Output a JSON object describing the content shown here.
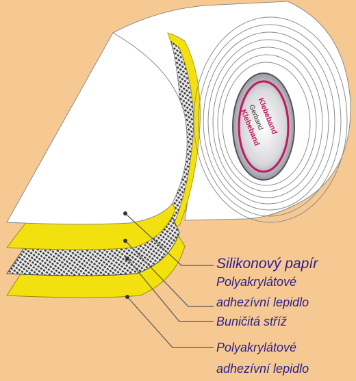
{
  "colors": {
    "background": "#f6c993",
    "adhesive_yellow": "#f3e10f",
    "paper_white": "#ffffff",
    "label_text": "#2a1e8c",
    "core_accent": "#c2185b"
  },
  "labels": [
    {
      "id": "silicone",
      "text": "Silikonový papír"
    },
    {
      "id": "adhesive-top-1",
      "text": "Polyakrylátové"
    },
    {
      "id": "adhesive-top-2",
      "text": "adhezívní lepidlo"
    },
    {
      "id": "cellulose",
      "text": "Buničitá stříž"
    },
    {
      "id": "adhesive-bottom-1",
      "text": "Polyakrylátové"
    },
    {
      "id": "adhesive-bottom-2",
      "text": "adhezívní lepidlo"
    }
  ],
  "core_print": {
    "brand": "Gerband",
    "product": "Klebeband"
  },
  "layers": [
    "silicone-paper",
    "adhesive-top",
    "cellulose-fleece",
    "adhesive-bottom"
  ]
}
